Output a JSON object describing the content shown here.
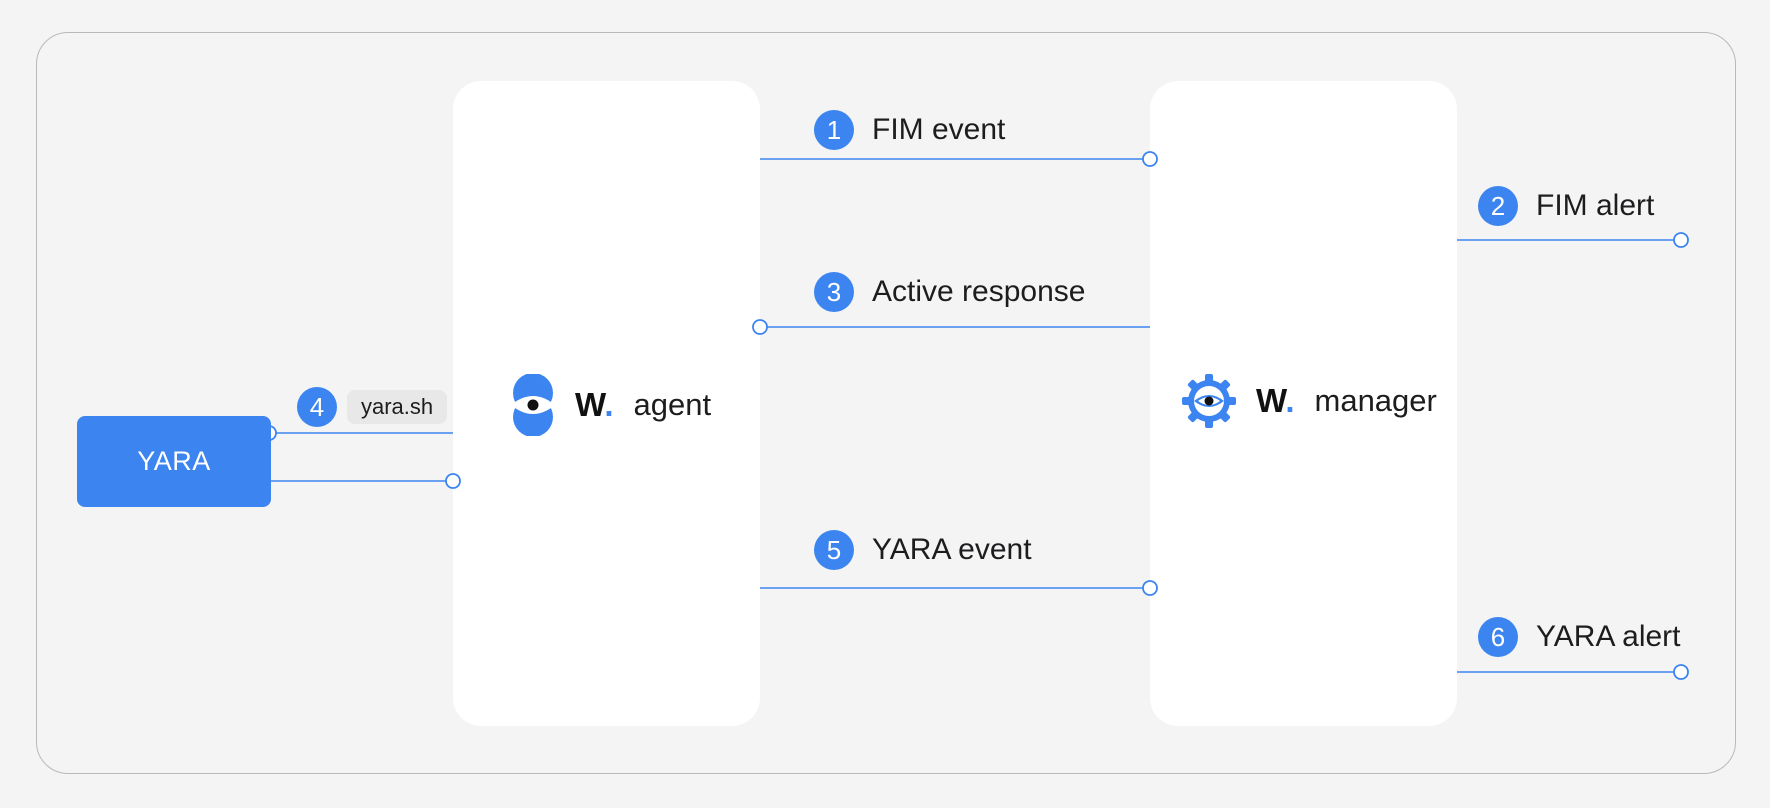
{
  "nodes": {
    "yara": {
      "label": "YARA"
    },
    "agent": {
      "brand": "W",
      "brand_dot": ".",
      "label": "agent",
      "icon": "eye-icon"
    },
    "manager": {
      "brand": "W",
      "brand_dot": ".",
      "label": "manager",
      "icon": "gear-eye-icon"
    }
  },
  "steps": [
    {
      "number": "1",
      "label": "FIM event"
    },
    {
      "number": "2",
      "label": "FIM alert"
    },
    {
      "number": "3",
      "label": "Active response"
    },
    {
      "number": "4",
      "label": "yara.sh"
    },
    {
      "number": "5",
      "label": "YARA event"
    },
    {
      "number": "6",
      "label": "YARA alert"
    }
  ],
  "colors": {
    "accent": "#3c85f0",
    "background": "#f4f4f4",
    "panel": "#ffffff",
    "frame": "#b9b9b9"
  }
}
